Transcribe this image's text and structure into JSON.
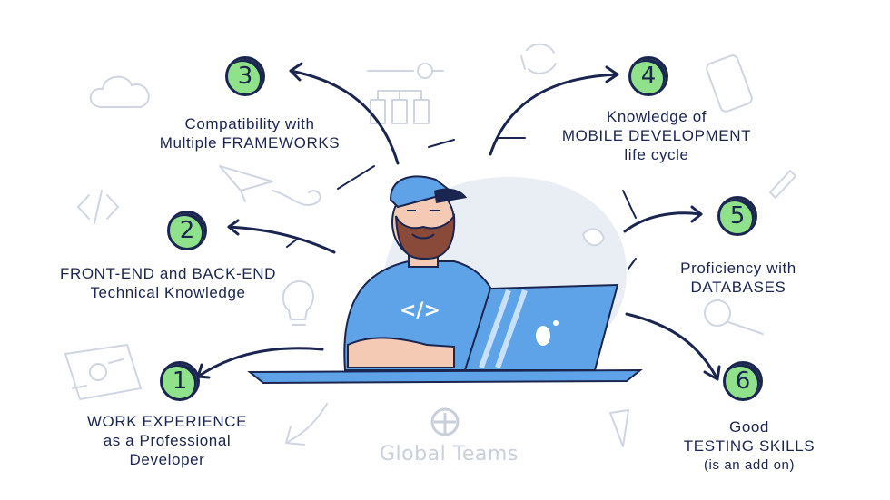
{
  "items": [
    {
      "number": "1",
      "lines": [
        "WORK EXPERIENCE",
        "as a Professional",
        "Developer"
      ]
    },
    {
      "number": "2",
      "lines": [
        "FRONT-END and BACK-END",
        "Technical Knowledge"
      ]
    },
    {
      "number": "3",
      "lines": [
        "Compatibility with",
        "Multiple FRAMEWORKS"
      ]
    },
    {
      "number": "4",
      "lines": [
        "Knowledge of",
        "MOBILE DEVELOPMENT",
        "life cycle"
      ]
    },
    {
      "number": "5",
      "lines": [
        "Proficiency with",
        "DATABASES"
      ]
    },
    {
      "number": "6",
      "lines": [
        "Good",
        "TESTING SKILLS",
        "(is an add on)"
      ]
    }
  ],
  "shirt_code": "</>",
  "brand": {
    "name": "Global Teams"
  },
  "colors": {
    "navy": "#1a2550",
    "green": "#8fe28a",
    "shirt": "#5ea3e8",
    "laptop": "#5ea3e8",
    "bg_blob": "#e9eef5",
    "doodle": "#cfd6e2"
  },
  "icons": [
    "cloud-icon",
    "code-icon",
    "paper-plane-icon",
    "lightbulb-icon",
    "circuit-board-icon",
    "arrow-down-left-icon",
    "flowchart-icon",
    "recycle-icon",
    "smartphone-icon",
    "pencil-icon",
    "magnifier-icon",
    "triangle-icon",
    "globe-logo-icon"
  ]
}
